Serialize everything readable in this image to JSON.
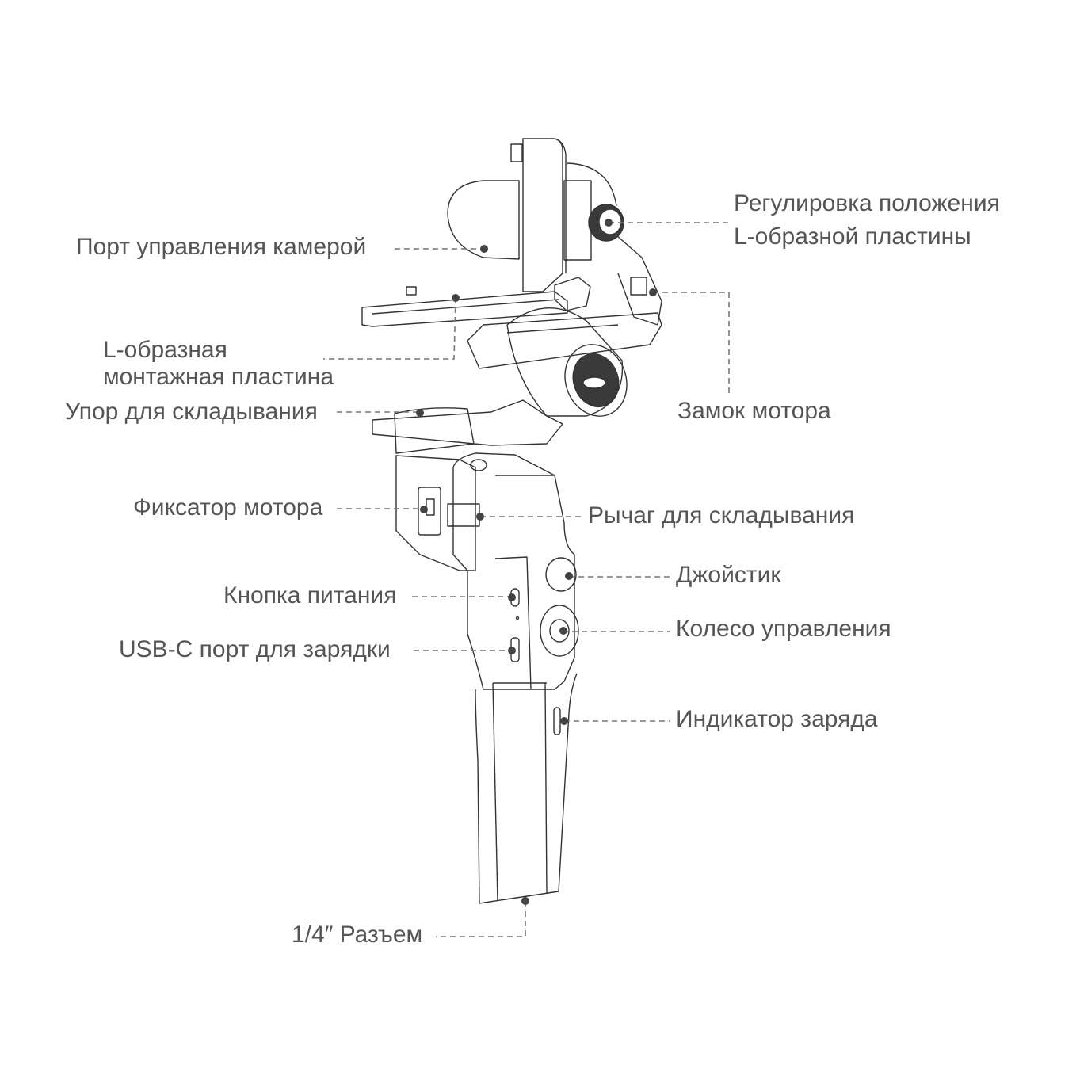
{
  "diagram": {
    "subject": "Handheld 3-axis gimbal stabilizer (folded view, line drawing)",
    "colors": {
      "text": "#555555",
      "line": "#333333",
      "leader": "#777777",
      "dot": "#444444",
      "fill_dark": "#3a3a3a",
      "background": "#ffffff"
    },
    "callouts": [
      {
        "id": "camera-control-port",
        "lines": [
          "Порт управления камерой"
        ]
      },
      {
        "id": "l-plate-adjust",
        "lines": [
          "Регулировка положения",
          "L-образной пластины"
        ]
      },
      {
        "id": "l-mounting-plate",
        "lines": [
          "L-образная",
          "монтажная пластина"
        ]
      },
      {
        "id": "motor-lock",
        "lines": [
          "Замок мотора"
        ]
      },
      {
        "id": "folding-stop",
        "lines": [
          "Упор для складывания"
        ]
      },
      {
        "id": "motor-latch",
        "lines": [
          "Фиксатор мотора"
        ]
      },
      {
        "id": "folding-lever",
        "lines": [
          "Рычаг для складывания"
        ]
      },
      {
        "id": "joystick",
        "lines": [
          "Джойстик"
        ]
      },
      {
        "id": "power-button",
        "lines": [
          "Кнопка питания"
        ]
      },
      {
        "id": "control-wheel",
        "lines": [
          "Колесо управления"
        ]
      },
      {
        "id": "usb-c-port",
        "lines": [
          "USB-C порт для зарядки"
        ]
      },
      {
        "id": "charge-indicator",
        "lines": [
          "Индикатор заряда"
        ]
      },
      {
        "id": "quarter-inch-mount",
        "lines": [
          "1/4″ Разъем"
        ]
      }
    ]
  }
}
